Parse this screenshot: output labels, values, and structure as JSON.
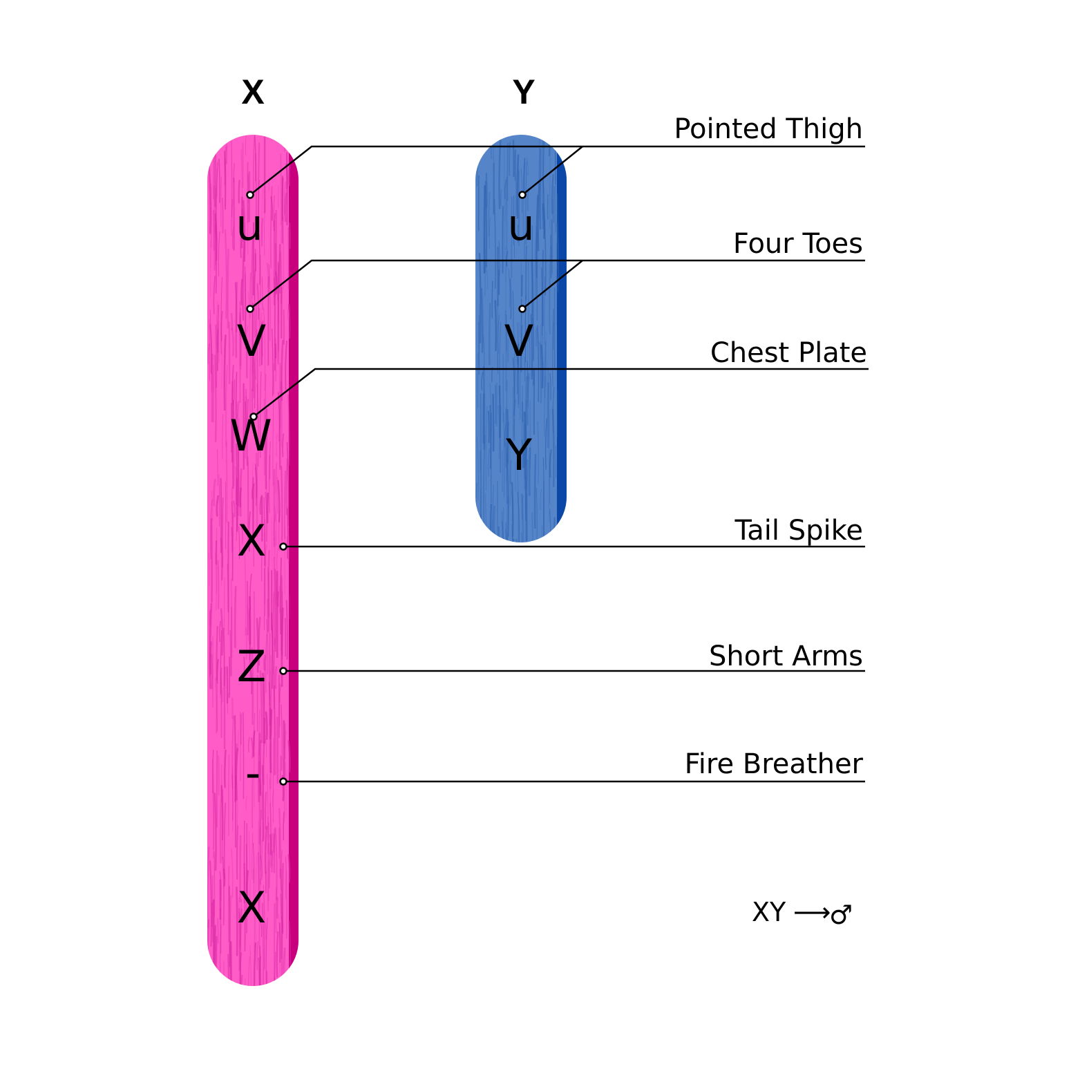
{
  "colors": {
    "x_chromosome": "#ff5cc8",
    "x_chromosome_edge": "#c8007e",
    "x_texture": "#d92aa4",
    "y_chromosome": "#5584c8",
    "y_chromosome_edge": "#0b47a6",
    "y_texture": "#2f63b0"
  },
  "chromosomes": [
    {
      "id": "x",
      "header": "X",
      "loci": [
        "u",
        "V",
        "W",
        "X",
        "Z",
        "-",
        "X"
      ]
    },
    {
      "id": "y",
      "header": "Y",
      "loci": [
        "u",
        "V",
        "Y"
      ]
    }
  ],
  "traits": [
    "Pointed Thigh",
    "Four Toes",
    "Chest Plate",
    "Tail Spike",
    "Short Arms",
    "Fire Breather"
  ],
  "rule": {
    "text": "XY",
    "arrow": "⟶",
    "symbol": "♂",
    "symbol_icon": "male-symbol-icon"
  }
}
